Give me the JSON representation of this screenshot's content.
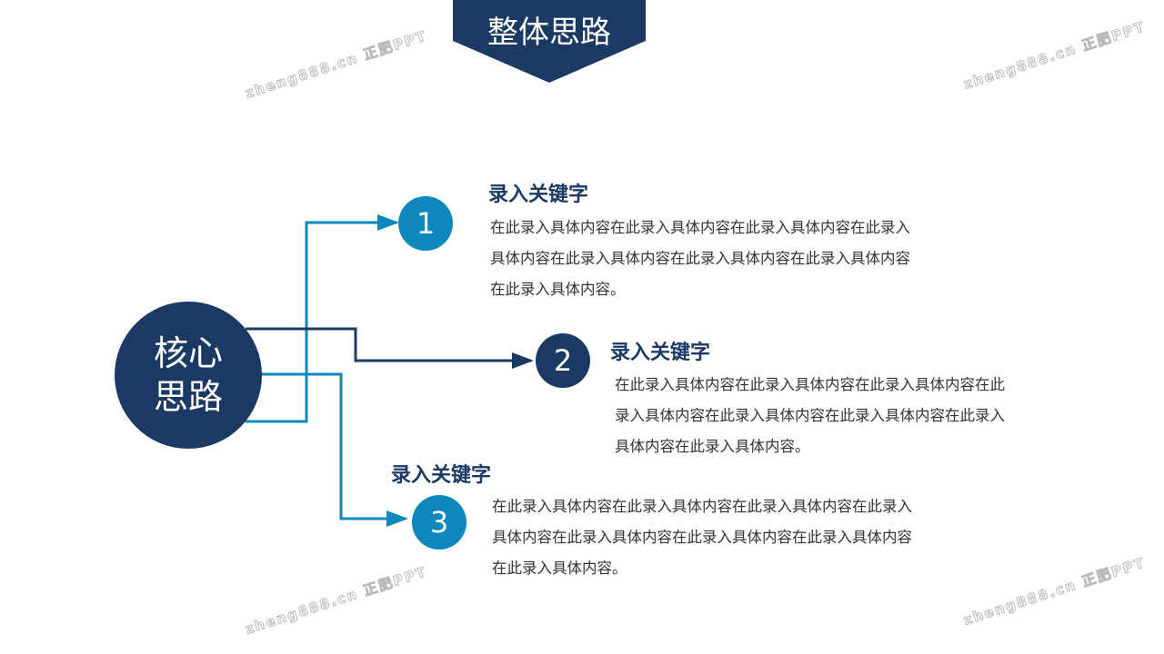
{
  "header": {
    "title": "整体思路"
  },
  "core": {
    "label": "核心思路"
  },
  "items": [
    {
      "number": "1",
      "keyword": "录入关键字",
      "text": "在此录入具体内容在此录入具体内容在此录入具体内容在此录入具体内容在此录入具体内容在此录入具体内容在此录入具体内容在此录入具体内容。"
    },
    {
      "number": "2",
      "keyword": "录入关键字",
      "text": "在此录入具体内容在此录入具体内容在此录入具体内容在此录入具体内容在此录入具体内容在此录入具体内容在此录入具体内容在此录入具体内容。"
    },
    {
      "number": "3",
      "keyword": "录入关键字",
      "text": "在此录入具体内容在此录入具体内容在此录入具体内容在此录入具体内容在此录入具体内容在此录入具体内容在此录入具体内容在此录入具体内容。"
    }
  ],
  "watermark": "zheng888.cn 正肥PPT",
  "colors": {
    "dark": "#1b3a63",
    "accent": "#0d88bd"
  }
}
